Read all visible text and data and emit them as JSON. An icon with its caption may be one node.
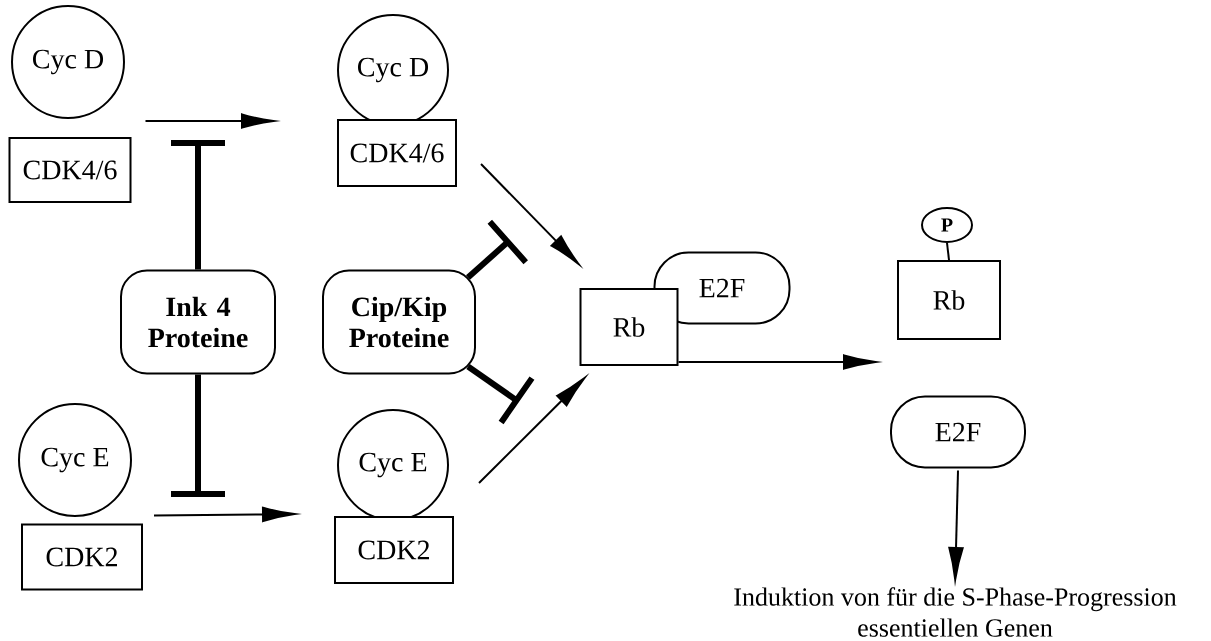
{
  "diagram": {
    "nodes": [
      {
        "text": [
          "Cyc D"
        ]
      },
      {
        "text": [
          "CDK4/6"
        ]
      },
      {
        "text": [
          "Cyc D"
        ]
      },
      {
        "text": [
          "CDK4/6"
        ]
      },
      {
        "text": [
          "P"
        ]
      },
      {
        "text": [
          "Rb"
        ]
      },
      {
        "text": [
          "Ink 4 Proteine"
        ]
      },
      {
        "text": [
          "Cip/Kip Proteine"
        ]
      },
      {
        "text": [
          "E2F"
        ]
      },
      {
        "text": [
          "Rb"
        ]
      },
      {
        "text": [
          "E2F"
        ]
      },
      {
        "text": [
          "Cyc E"
        ]
      },
      {
        "text": [
          "CDK2"
        ]
      },
      {
        "text": [
          "Cyc E"
        ]
      },
      {
        "text": [
          "CDK2"
        ]
      },
      {
        "text": [
          "Induktion von für die S-Phase-Progression essentiellen Genen"
        ]
      }
    ],
    "edges": [
      {
        "from": 1,
        "to": 3,
        "arrow": "to"
      },
      {
        "from": 6,
        "to": null,
        "arrow": "other",
        "style": "thick"
      },
      {
        "from": 6,
        "to": null,
        "arrow": "other",
        "style": "thick"
      },
      {
        "from": 7,
        "to": null,
        "arrow": "other",
        "style": "thick"
      },
      {
        "from": 7,
        "to": null,
        "arrow": "other",
        "style": "thick"
      },
      {
        "from": 3,
        "to": 9,
        "arrow": "to"
      },
      {
        "from": 13,
        "to": 9,
        "arrow": "to"
      },
      {
        "from": 9,
        "to": 5,
        "arrow": "to"
      },
      {
        "from": 4,
        "to": 5,
        "arrow": "none"
      },
      {
        "from": 12,
        "to": 14,
        "arrow": "to"
      },
      {
        "from": 10,
        "to": 15,
        "arrow": "to"
      }
    ]
  }
}
